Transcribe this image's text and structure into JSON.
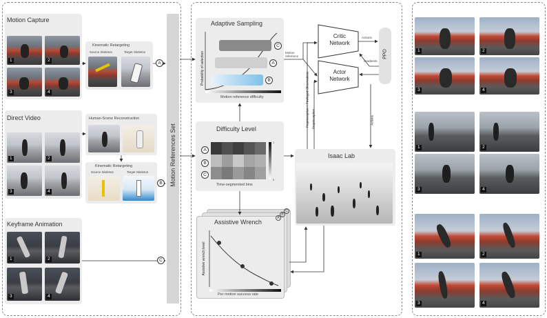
{
  "left": {
    "motion_capture": {
      "title": "Motion Capture",
      "numbers": [
        "1",
        "2",
        "3",
        "4"
      ],
      "retarget_title": "Kinematic Retargeting",
      "source_label": "Source Skeleton",
      "target_label": "Target Skeleton",
      "marker": "A"
    },
    "direct_video": {
      "title": "Direct Video",
      "numbers": [
        "1",
        "2",
        "3",
        "4"
      ],
      "hsr_title": "Human-Scene Reconstruction",
      "retarget_title": "Kinematic Retargeting",
      "source_label": "Source Skeleton",
      "target_label": "Target Skeleton",
      "marker": "B"
    },
    "keyframe": {
      "title": "Keyframe Animation",
      "numbers": [
        "1",
        "2",
        "3",
        "4"
      ],
      "marker": "C"
    },
    "set_label": "Motion References Set"
  },
  "middle": {
    "adaptive_sampling": {
      "title": "Adaptive Sampling",
      "ylabel": "Probability of selection",
      "xlabel": "Motion reference difficulty",
      "markers": [
        "C",
        "A",
        "B"
      ]
    },
    "difficulty": {
      "title": "Difficulty Level",
      "rows": [
        "A",
        "B",
        "C"
      ],
      "xlabel": "Time-segmented bins",
      "cbar_top": "1",
      "cbar_bottom": "0"
    },
    "wrench": {
      "title": "Assistive Wrench",
      "ylabel": "Assistive wrench level",
      "xlabel": "Per motion success rate",
      "markers": [
        "A",
        "B",
        "C"
      ]
    },
    "critic": "Critic\nNetwork",
    "actor": "Actor\nNetwork",
    "ppo": "PPO",
    "isaac": "Isaac Lab",
    "labels": {
      "actions_top": "Actions",
      "gradients": "Gradients",
      "motion_reference": "Motion\nreference",
      "proprio_priv": "Proprioception + Privileged Observations",
      "proprio": "Proprioception",
      "actions_side": "Actions"
    }
  },
  "right": {
    "numbers": [
      "1",
      "2",
      "3",
      "4"
    ]
  }
}
